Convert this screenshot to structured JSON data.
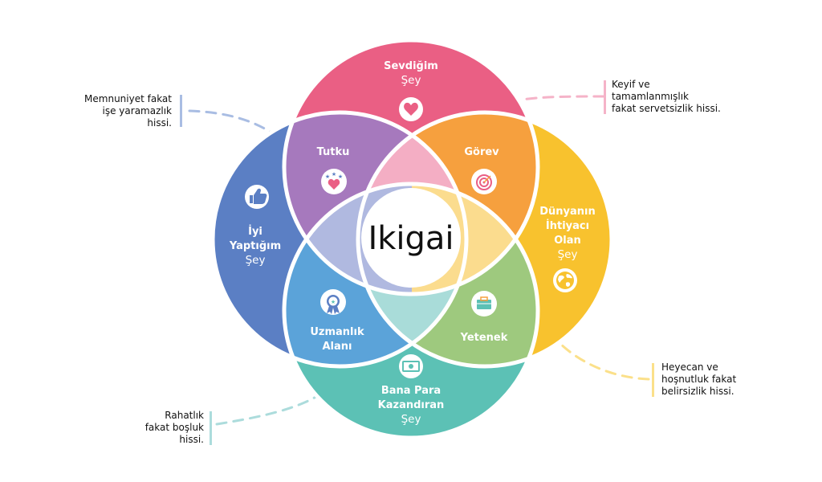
{
  "center": {
    "title": "Ikigai"
  },
  "circles": {
    "top": {
      "lines": [
        "Sevdiğim",
        "Şey"
      ],
      "icon": "heart-icon",
      "color": "#ea5f84"
    },
    "left": {
      "lines": [
        "İyi",
        "Yaptığım",
        "Şey"
      ],
      "icon": "thumbs-up-icon",
      "color": "#5b7fc4"
    },
    "right": {
      "lines": [
        "Dünyanın",
        "İhtiyacı",
        "Olan",
        "Şey"
      ],
      "icon": "globe-icon",
      "color": "#f8c22e"
    },
    "bottom": {
      "lines": [
        "Bana Para",
        "Kazandıran",
        "Şey"
      ],
      "icon": "money-icon",
      "color": "#5cc1b5"
    }
  },
  "overlaps": {
    "top_left": {
      "label": "Tutku",
      "icon": "stars-heart-icon",
      "color": "#a679bd"
    },
    "top_right": {
      "label": "Görev",
      "icon": "target-icon",
      "color": "#f6a03e"
    },
    "bottom_left": {
      "lines": [
        "Uzmanlık",
        "Alanı"
      ],
      "icon": "award-ribbon-icon",
      "color": "#5ba3d9"
    },
    "bottom_right": {
      "label": "Yetenek",
      "icon": "briefcase-icon",
      "color": "#9ec97e"
    }
  },
  "petals": {
    "top": "#f4aec4",
    "left": "#b0b9e0",
    "right": "#fbdc8e",
    "bottom": "#a9dcd9"
  },
  "notes": {
    "top_left": {
      "lines": [
        "Memnuniyet fakat",
        "işe yaramazlık",
        "hissi."
      ],
      "color": "#a9bde3"
    },
    "top_right": {
      "lines": [
        "Keyif ve",
        "tamamlanmışlık",
        "fakat servetsizlik hissi."
      ],
      "color": "#f5b3c8"
    },
    "bottom_right": {
      "lines": [
        "Heyecan ve",
        "hoşnutluk fakat",
        "belirsizlik hissi."
      ],
      "color": "#fbe08a"
    },
    "bottom_left": {
      "lines": [
        "Rahatlık",
        "fakat boşluk",
        "hissi."
      ],
      "color": "#acdcdc"
    }
  }
}
